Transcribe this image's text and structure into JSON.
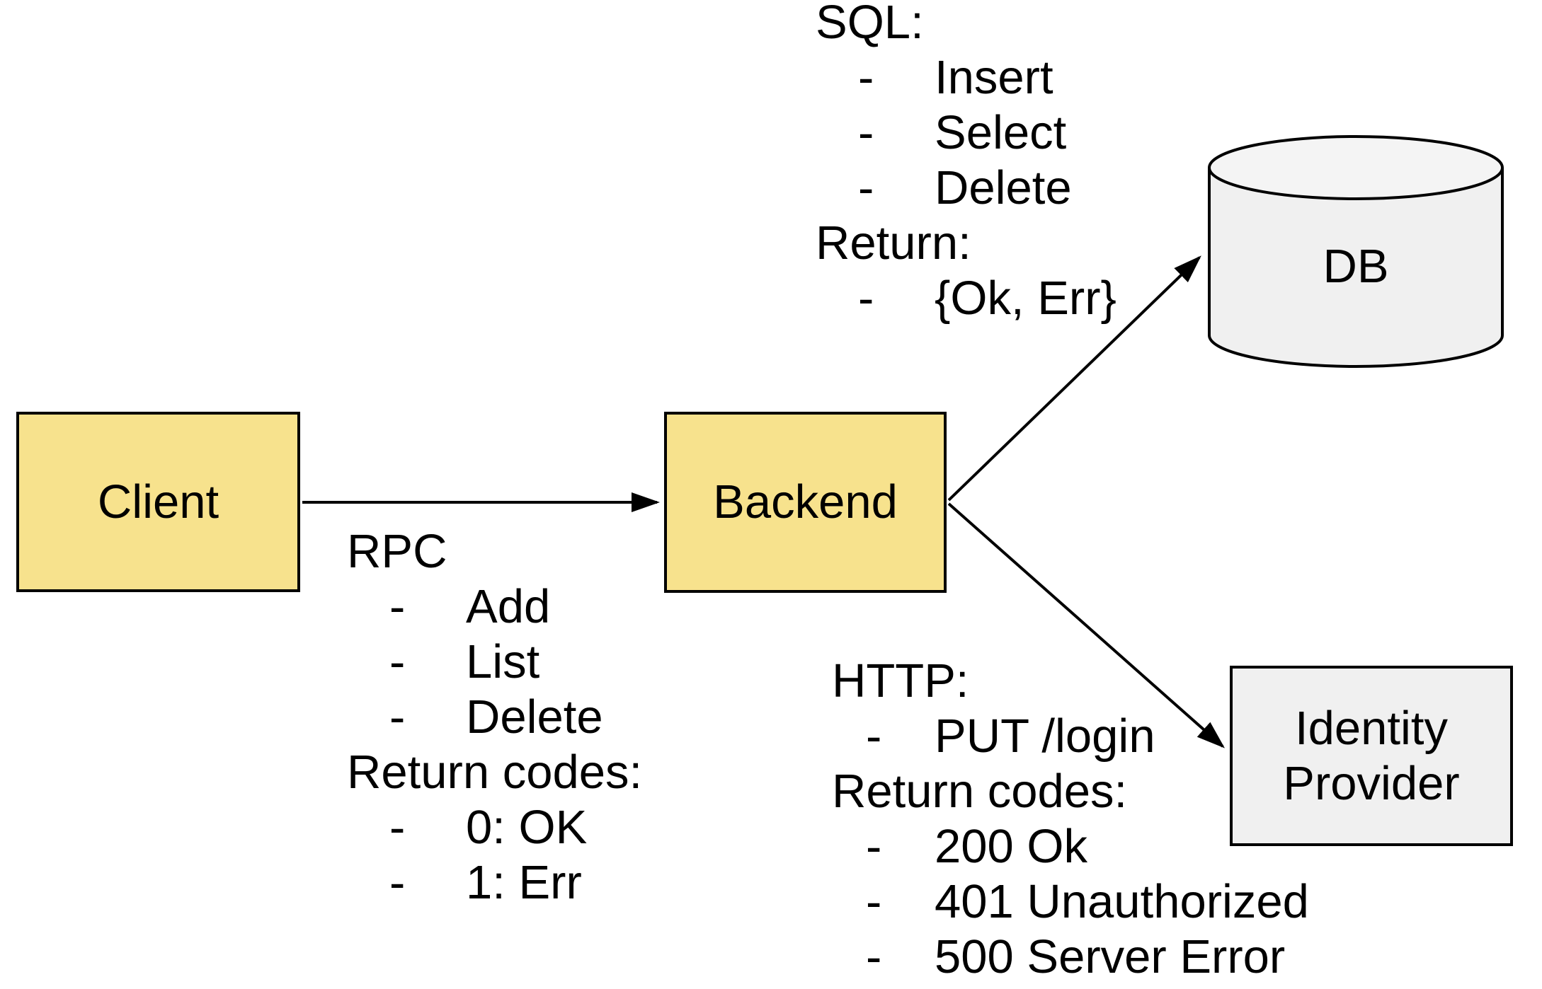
{
  "colors": {
    "background": "#FFFFFF",
    "node_yellow_fill": "#F7E28D",
    "node_gray_fill": "#F0F0F0",
    "cylinder_top_fill": "#F4F4F4",
    "stroke": "#000000",
    "text": "#000000"
  },
  "nodes": {
    "client": {
      "label": "Client",
      "shape": "rectangle",
      "fill": "#F7E28D"
    },
    "backend": {
      "label": "Backend",
      "shape": "rectangle",
      "fill": "#F7E28D"
    },
    "db": {
      "label": "DB",
      "shape": "cylinder",
      "fill": "#F0F0F0"
    },
    "identity_provider": {
      "label": "Identity Provider",
      "shape": "rectangle",
      "fill": "#F0F0F0"
    }
  },
  "edges": [
    {
      "from": "Client",
      "to": "Backend"
    },
    {
      "from": "Backend",
      "to": "DB"
    },
    {
      "from": "Backend",
      "to": "Identity Provider"
    }
  ],
  "annotations": {
    "bullet_char": "-",
    "rpc": {
      "lines": [
        {
          "kind": "title",
          "text": "RPC"
        },
        {
          "kind": "bullet",
          "text": "Add"
        },
        {
          "kind": "bullet",
          "text": "List"
        },
        {
          "kind": "bullet",
          "text": "Delete"
        },
        {
          "kind": "title",
          "text": "Return codes:"
        },
        {
          "kind": "bullet",
          "text": "0: OK"
        },
        {
          "kind": "bullet",
          "text": "1: Err"
        }
      ]
    },
    "sql": {
      "lines": [
        {
          "kind": "title",
          "text": "SQL:"
        },
        {
          "kind": "bullet",
          "text": "Insert"
        },
        {
          "kind": "bullet",
          "text": "Select"
        },
        {
          "kind": "bullet",
          "text": "Delete"
        },
        {
          "kind": "title",
          "text": "Return:"
        },
        {
          "kind": "bullet",
          "text": "{Ok, Err}"
        }
      ]
    },
    "http": {
      "lines": [
        {
          "kind": "title",
          "text": "HTTP:"
        },
        {
          "kind": "bullet",
          "text": "PUT /login"
        },
        {
          "kind": "title",
          "text": "Return codes:"
        },
        {
          "kind": "bullet",
          "text": "200 Ok"
        },
        {
          "kind": "bullet",
          "text": "401 Unauthorized"
        },
        {
          "kind": "bullet",
          "text": "500 Server Error"
        }
      ]
    }
  }
}
